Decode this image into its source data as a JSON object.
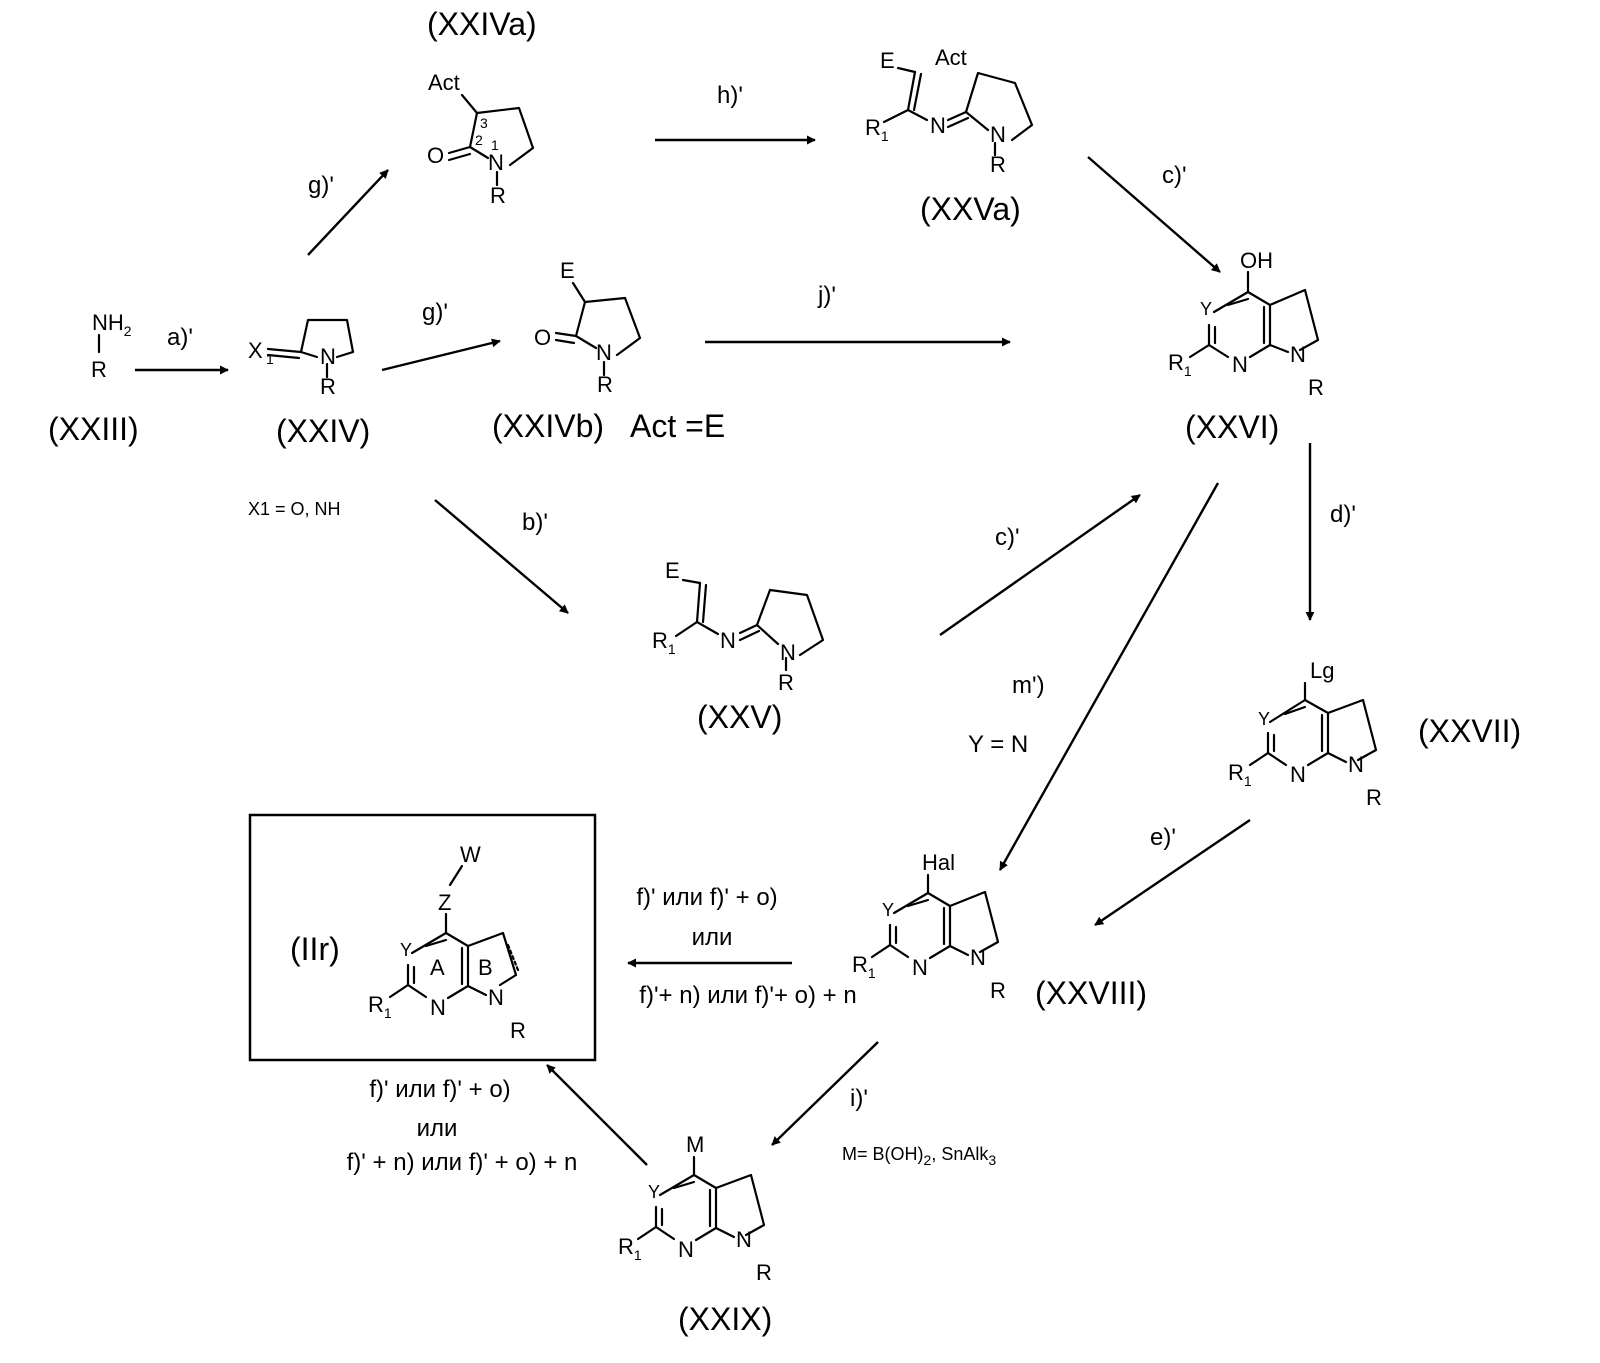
{
  "compounds": {
    "xxiii": "(XXIII)",
    "xxiv": "(XXIV)",
    "xxiva": "(XXIVa)",
    "xxivb": "(XXIVb)",
    "xxivb_note": "Act =E",
    "xxv": "(XXV)",
    "xxva": "(XXVa)",
    "xxvi": "(XXVI)",
    "xxvii": "(XXVII)",
    "xxviii": "(XXVIII)",
    "xxix": "(XXIX)",
    "iir": "(IIr)"
  },
  "notes": {
    "x1_def": "X1 = O, NH",
    "y_eq_n": "Y = N",
    "m_def": "M= B(OH)",
    "m_def_sub": "2",
    "m_def_tail": ", SnAlk",
    "m_def_sub2": "3"
  },
  "reactions": {
    "a": "a)'",
    "b": "b)'",
    "c_top": "c)'",
    "c_mid": "c)'",
    "d": "d)'",
    "e": "e)'",
    "g_up": "g)'",
    "g_right": "g)'",
    "h": "h)'",
    "i": "i)'",
    "j": "j)'",
    "m": "m')",
    "f_mid_line1": "f)'  или   f)' + o)",
    "f_mid_line2": "или",
    "f_mid_line3": "f)'+ n) или f)'+ o) + n",
    "f_low_line1": "f)'  или  f)' + o)",
    "f_low_line2": "или",
    "f_low_line3": "f)' + n) или f)' + o) + n"
  },
  "atoms": {
    "nh2": "NH",
    "nh2_sub": "2",
    "r": "R",
    "n": "N",
    "o": "O",
    "e": "E",
    "act": "Act",
    "oh": "OH",
    "lg": "Lg",
    "hal": "Hal",
    "m": "M",
    "y": "Y",
    "z": "Z",
    "w": "W",
    "r1": "R",
    "r1_sub": "1",
    "x1": "X",
    "x1_sub": "1",
    "ring_a": "A",
    "ring_b": "B",
    "num1": "1",
    "num2": "2",
    "num3": "3"
  }
}
